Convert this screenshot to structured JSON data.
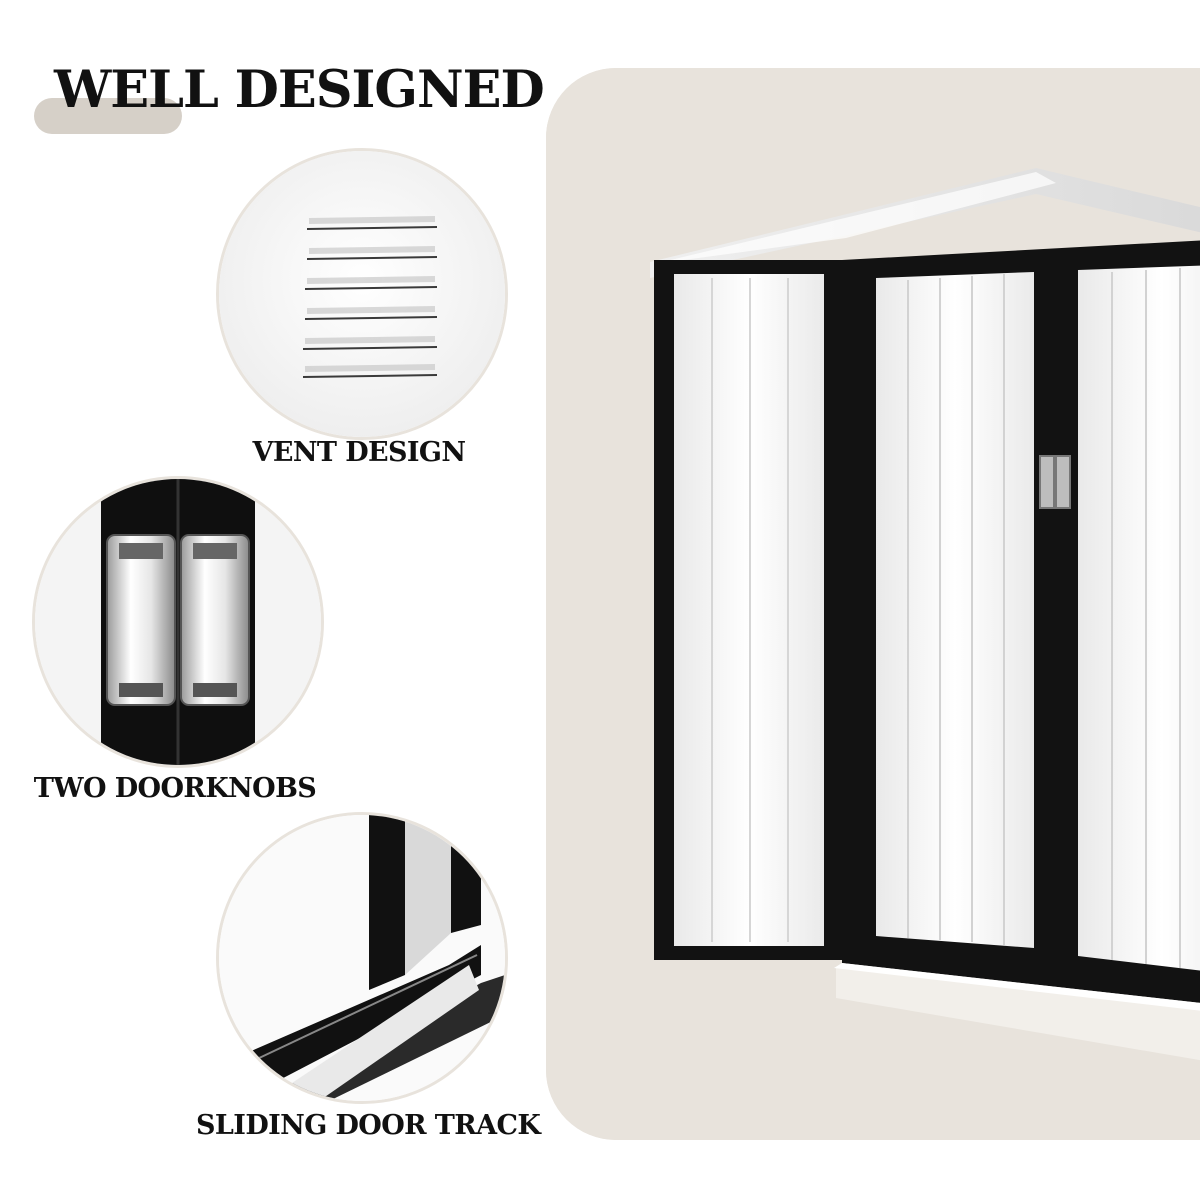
{
  "heading": "WELL DESIGNED",
  "features": [
    {
      "caption": "VENT DESIGN",
      "icon": "vent-icon"
    },
    {
      "caption": "TWO DOORKNOBS",
      "icon": "doorknob-icon"
    },
    {
      "caption": "SLIDING DOOR TRACK",
      "icon": "door-track-icon"
    }
  ],
  "colors": {
    "panel_background": "#e8e3dc",
    "accent_swatch": "#d6d0c8",
    "shed_frame": "#121212",
    "shed_wall": "#f7f7f7",
    "text": "#111111"
  }
}
